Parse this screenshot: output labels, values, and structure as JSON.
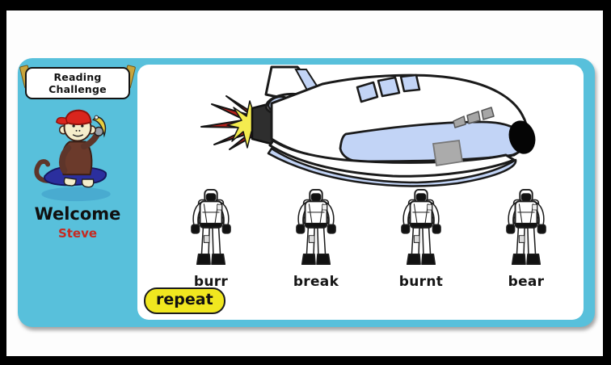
{
  "window": {
    "frame_color": "#000000",
    "background_color": "#fdfdfd"
  },
  "panel": {
    "background_color": "#58C0DB"
  },
  "sidebar": {
    "banner_label": "Reading Challenge",
    "welcome_label": "Welcome",
    "player_name": "Steve",
    "player_name_color": "#C62A21",
    "mascot_icon": "monkey-with-banana-icon"
  },
  "main": {
    "illustration_icon": "space-shuttle-with-flames-icon",
    "shuttle_accent_color": "#C2D4F6",
    "flame_red_color": "#B5201B",
    "flame_yellow_color": "#F4EC4F",
    "choices": [
      {
        "word": "burr",
        "icon": "astronaut-icon"
      },
      {
        "word": "break",
        "icon": "astronaut-icon"
      },
      {
        "word": "burnt",
        "icon": "astronaut-icon"
      },
      {
        "word": "bear",
        "icon": "astronaut-icon"
      }
    ],
    "repeat_button": {
      "label": "repeat",
      "background_color": "#F0E71F"
    }
  }
}
